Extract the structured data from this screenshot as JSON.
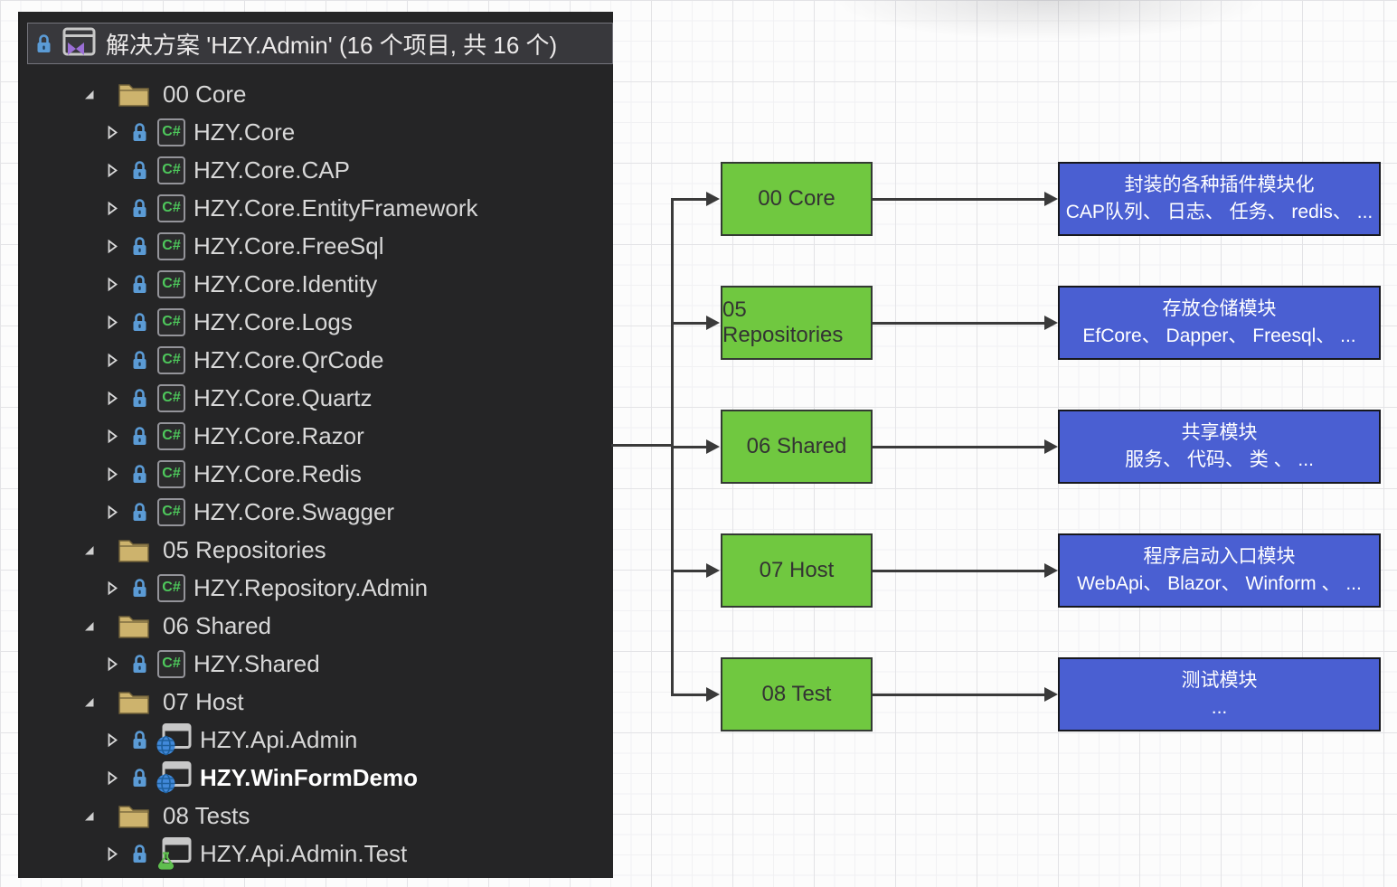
{
  "solution_explorer": {
    "title": "解决方案 'HZY.Admin' (16 个项目, 共 16 个)",
    "title_icons": [
      "lock-icon",
      "solution-icon"
    ],
    "items": [
      {
        "type": "folder",
        "icon": "folder-icon",
        "label": "00 Core"
      },
      {
        "type": "csproj",
        "icon": "csharp-project-icon",
        "label": "HZY.Core"
      },
      {
        "type": "csproj",
        "icon": "csharp-project-icon",
        "label": "HZY.Core.CAP"
      },
      {
        "type": "csproj",
        "icon": "csharp-project-icon",
        "label": "HZY.Core.EntityFramework"
      },
      {
        "type": "csproj",
        "icon": "csharp-project-icon",
        "label": "HZY.Core.FreeSql"
      },
      {
        "type": "csproj",
        "icon": "csharp-project-icon",
        "label": "HZY.Core.Identity"
      },
      {
        "type": "csproj",
        "icon": "csharp-project-icon",
        "label": "HZY.Core.Logs"
      },
      {
        "type": "csproj",
        "icon": "csharp-project-icon",
        "label": "HZY.Core.QrCode"
      },
      {
        "type": "csproj",
        "icon": "csharp-project-icon",
        "label": "HZY.Core.Quartz"
      },
      {
        "type": "csproj",
        "icon": "csharp-project-icon",
        "label": "HZY.Core.Razor"
      },
      {
        "type": "csproj",
        "icon": "csharp-project-icon",
        "label": "HZY.Core.Redis"
      },
      {
        "type": "csproj",
        "icon": "csharp-project-icon",
        "label": "HZY.Core.Swagger"
      },
      {
        "type": "folder",
        "icon": "folder-icon",
        "label": "05 Repositories"
      },
      {
        "type": "csproj",
        "icon": "csharp-project-icon",
        "label": "HZY.Repository.Admin"
      },
      {
        "type": "folder",
        "icon": "folder-icon",
        "label": "06 Shared"
      },
      {
        "type": "csproj",
        "icon": "csharp-project-icon",
        "label": "HZY.Shared"
      },
      {
        "type": "folder",
        "icon": "folder-icon",
        "label": "07 Host"
      },
      {
        "type": "webproj",
        "icon": "web-project-icon",
        "label": "HZY.Api.Admin"
      },
      {
        "type": "webproj",
        "icon": "web-project-icon",
        "label": "HZY.WinFormDemo",
        "bold": true
      },
      {
        "type": "folder",
        "icon": "folder-icon",
        "label": "08 Tests"
      },
      {
        "type": "testproj",
        "icon": "test-project-icon",
        "label": "HZY.Api.Admin.Test"
      }
    ]
  },
  "diagram": {
    "rows": [
      {
        "green": "00 Core",
        "blue_lines": [
          "封装的各种插件模块化",
          "CAP队列、 日志、 任务、 redis、 ..."
        ]
      },
      {
        "green": "05 Repositories",
        "blue_lines": [
          "存放仓储模块",
          "EfCore、 Dapper、 Freesql、 ..."
        ]
      },
      {
        "green": "06 Shared",
        "blue_lines": [
          "共享模块",
          "服务、 代码、 类 、 ..."
        ]
      },
      {
        "green": "07 Host",
        "blue_lines": [
          "程序启动入口模块",
          "WebApi、 Blazor、 Winform 、 ..."
        ]
      },
      {
        "green": "08 Test",
        "blue_lines": [
          "测试模块",
          "..."
        ]
      }
    ],
    "colors": {
      "green_fill": "#70c840",
      "blue_fill": "#4a5fd2",
      "arrow": "#3a3a3a",
      "panel_bg": "#252526",
      "folder_tan": "#cdb36d",
      "lock_blue": "#5b9bd5",
      "csharp_green": "#4ec95c",
      "globe_blue": "#4189d9",
      "flask_green": "#5fbf4f",
      "vs_purple": "#9b6fd6"
    }
  }
}
